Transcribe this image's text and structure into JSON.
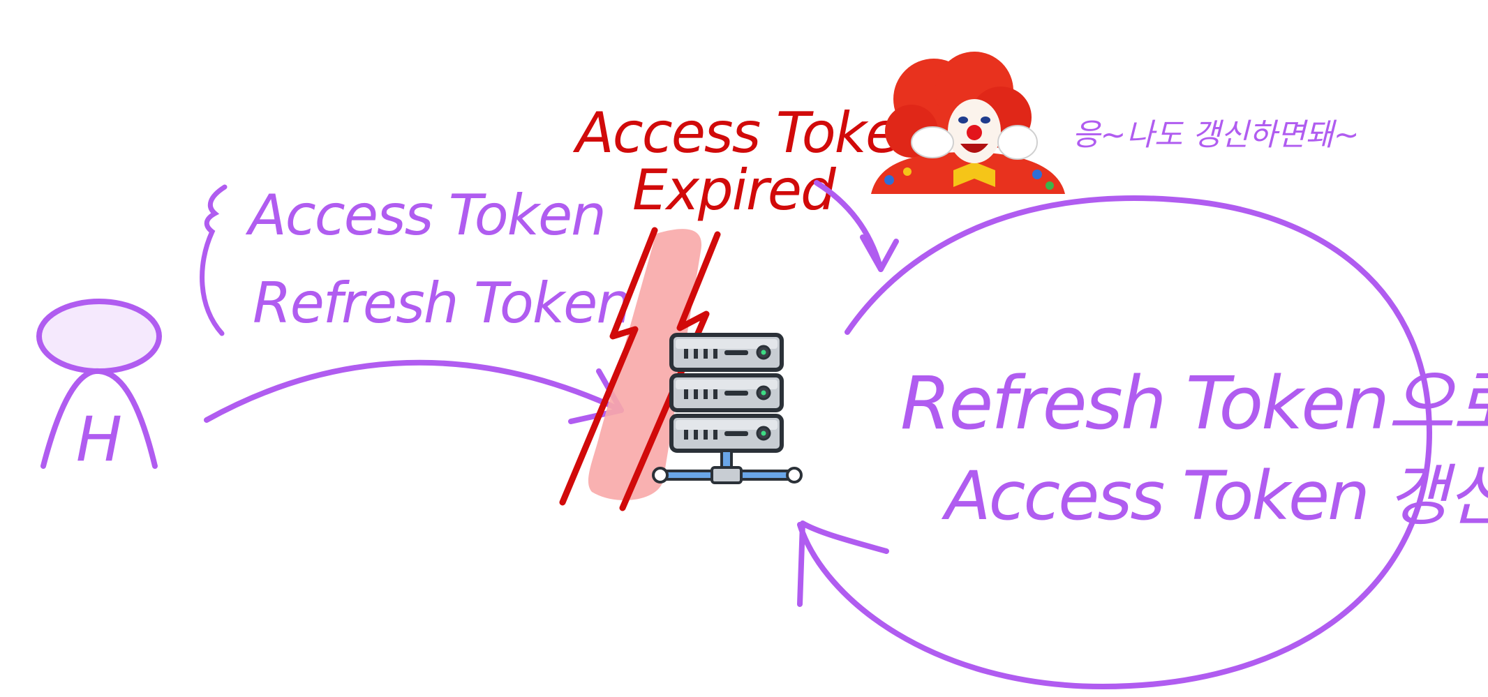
{
  "colors": {
    "purple": "#b05cf0",
    "purple_light": "#f5e9fd",
    "red": "#d10a0a",
    "red_highlight": "#f8a9a9",
    "server_dark": "#2b3138",
    "server_body": "#c8cdd3",
    "server_light": "#e3e6ea",
    "network_blue": "#6aa6e8"
  },
  "client": {
    "label": "H"
  },
  "token_list": {
    "access_token": "Access Token",
    "refresh_token": "Refresh Token"
  },
  "expired_note": {
    "line1": "Access Token",
    "line2": "Expired"
  },
  "renewal": {
    "line1": "Refresh Token으로",
    "line2": "Access Token 갱신"
  },
  "clown_speech": "응~나도 갱신하면돼~",
  "icons": {
    "server": "server-rack-icon",
    "clown": "clown-picture",
    "lightning": "lightning-bolt-icon"
  }
}
